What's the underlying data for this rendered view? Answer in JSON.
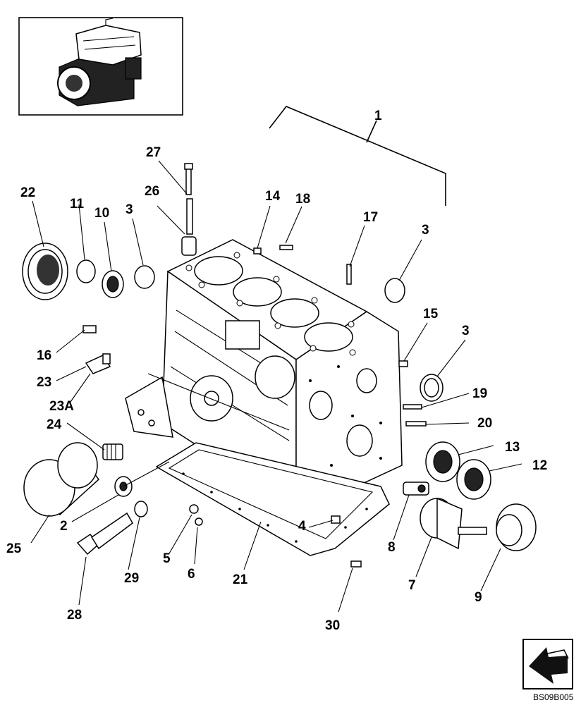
{
  "diagram": {
    "callouts": [
      {
        "id": "c1",
        "label": "1"
      },
      {
        "id": "c22",
        "label": "22"
      },
      {
        "id": "c11",
        "label": "11"
      },
      {
        "id": "c10",
        "label": "10"
      },
      {
        "id": "c3a",
        "label": "3"
      },
      {
        "id": "c27",
        "label": "27"
      },
      {
        "id": "c26",
        "label": "26"
      },
      {
        "id": "c14",
        "label": "14"
      },
      {
        "id": "c18",
        "label": "18"
      },
      {
        "id": "c17",
        "label": "17"
      },
      {
        "id": "c3b",
        "label": "3"
      },
      {
        "id": "c15",
        "label": "15"
      },
      {
        "id": "c3c",
        "label": "3"
      },
      {
        "id": "c16",
        "label": "16"
      },
      {
        "id": "c23",
        "label": "23"
      },
      {
        "id": "c23a",
        "label": "23A"
      },
      {
        "id": "c19",
        "label": "19"
      },
      {
        "id": "c20",
        "label": "20"
      },
      {
        "id": "c24",
        "label": "24"
      },
      {
        "id": "c13",
        "label": "13"
      },
      {
        "id": "c12",
        "label": "12"
      },
      {
        "id": "c2",
        "label": "2"
      },
      {
        "id": "c25",
        "label": "25"
      },
      {
        "id": "c4",
        "label": "4"
      },
      {
        "id": "c8",
        "label": "8"
      },
      {
        "id": "c5",
        "label": "5"
      },
      {
        "id": "c6",
        "label": "6"
      },
      {
        "id": "c29",
        "label": "29"
      },
      {
        "id": "c21",
        "label": "21"
      },
      {
        "id": "c7",
        "label": "7"
      },
      {
        "id": "c9",
        "label": "9"
      },
      {
        "id": "c28",
        "label": "28"
      },
      {
        "id": "c30",
        "label": "30"
      }
    ],
    "reference_code": "BS09B005"
  }
}
